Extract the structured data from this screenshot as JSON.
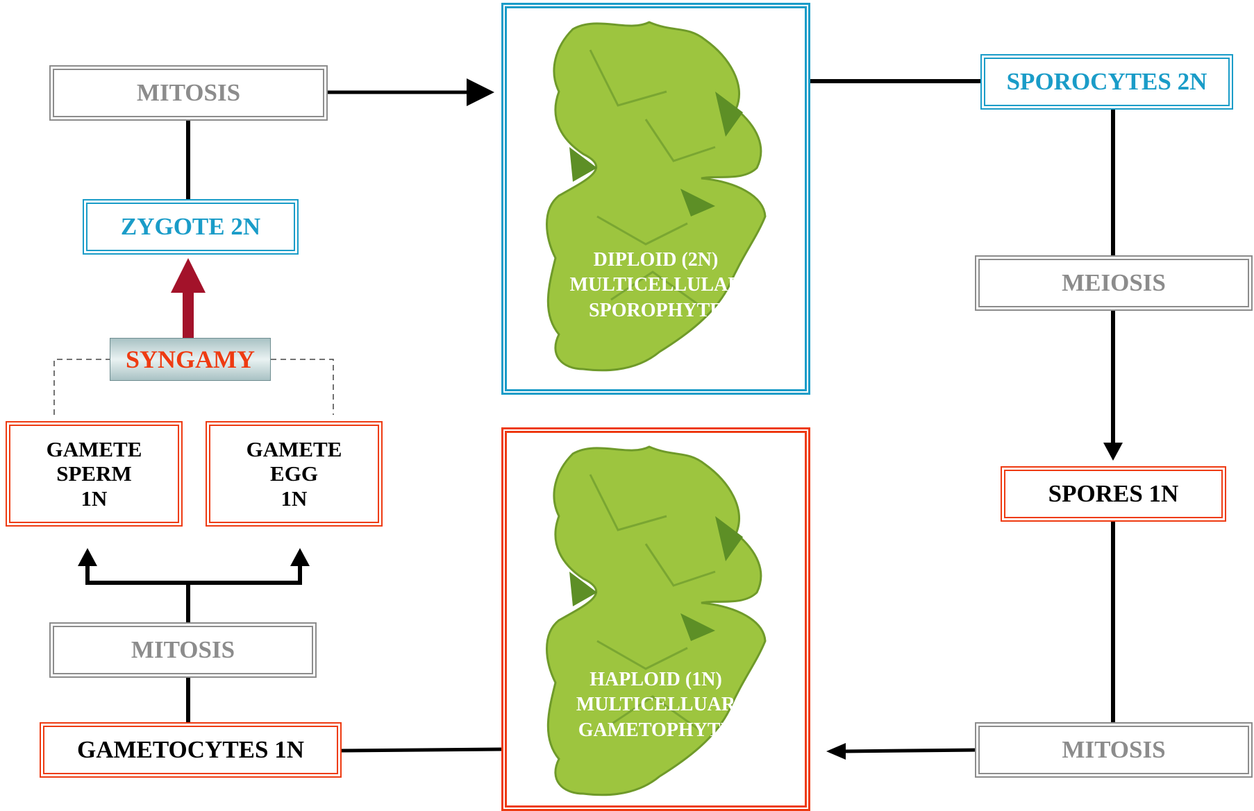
{
  "mitosis_top": "MITOSIS",
  "zygote": "ZYGOTE 2N",
  "syngamy": "SYNGAMY",
  "gamete_sperm": [
    "GAMETE",
    "SPERM",
    "1N"
  ],
  "gamete_egg": [
    "GAMETE",
    "EGG",
    "1N"
  ],
  "mitosis_left_bottom": "MITOSIS",
  "gametocytes": "GAMETOCYTES 1N",
  "sporophyte_label": [
    "DIPLOID (2N)",
    "MULTICELLULAR",
    "SPOROPHYTE"
  ],
  "gametophyte_label": [
    "HAPLOID (1N)",
    "MULTICELLUAR",
    "GAMETOPHYTE"
  ],
  "sporocytes": "SPOROCYTES 2N",
  "meiosis": "MEIOSIS",
  "spores": "SPORES 1N",
  "mitosis_right": "MITOSIS",
  "colors": {
    "blue": "#1a9cc8",
    "red": "#ee3b12",
    "grey": "#8c8c8c",
    "syngamy_arrow": "#a3122a",
    "plant": "#9dc53f"
  }
}
